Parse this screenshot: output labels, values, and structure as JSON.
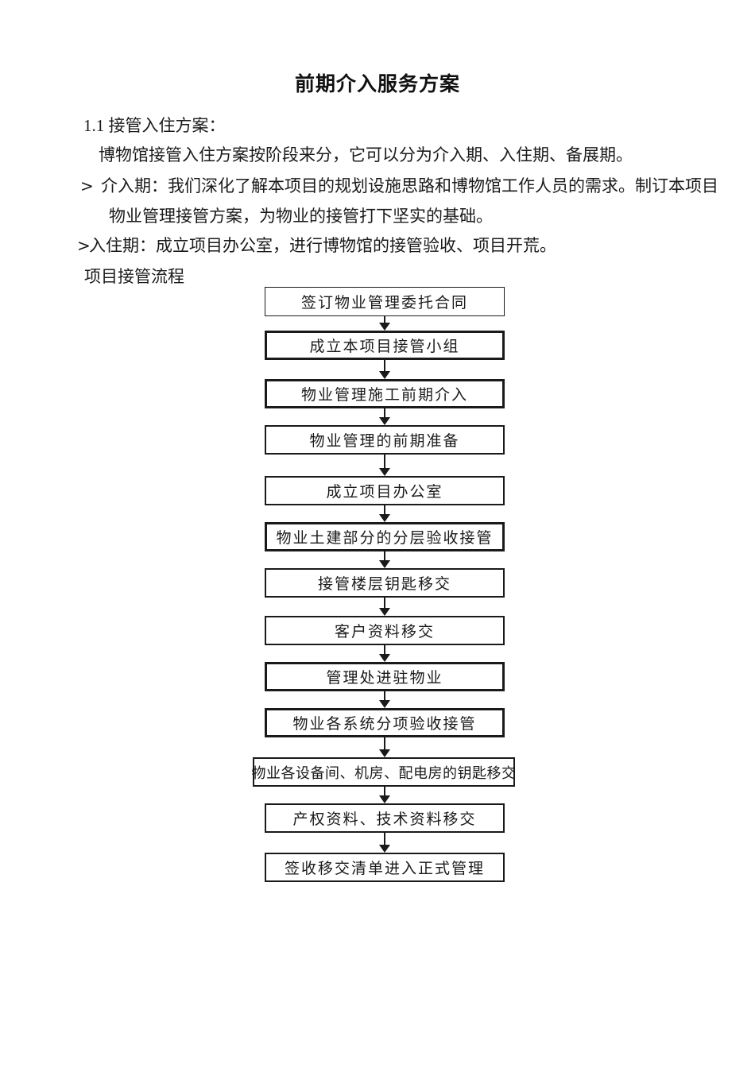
{
  "doc": {
    "title": "前期介入服务方案",
    "heading": "1.1 接管入住方案：",
    "intro": "博物馆接管入住方案按阶段来分，它可以分为介入期、入住期、备展期。",
    "bullets": {
      "marker": ">",
      "item1_line1": "介入期：我们深化了解本项目的规划设施思路和博物馆工作人员的需求。制订本项目",
      "item1_line2": "物业管理接管方案，为物业的接管打下坚实的基础。",
      "item2": "入住期：成立项目办公室，进行博物馆的接管验收、项目开荒。"
    },
    "flow_title": "项目接管流程",
    "flowchart": {
      "type": "flowchart",
      "direction": "top-down",
      "steps": [
        "签订物业管理委托合同",
        "成立本项目接管小组",
        "物业管理施工前期介入",
        "物业管理的前期准备",
        "成立项目办公室",
        "物业土建部分的分层验收接管",
        "接管楼层钥匙移交",
        "客户资料移交",
        "管理处进驻物业",
        "物业各系统分项验收接管",
        "物业各设备间、机房、配电房的钥匙移交",
        "产权资料、技术资料移交",
        "签收移交清单进入正式管理"
      ]
    }
  },
  "colors": {
    "text": "#1a1a1a",
    "border": "#1a1a1a",
    "background": "#ffffff"
  }
}
